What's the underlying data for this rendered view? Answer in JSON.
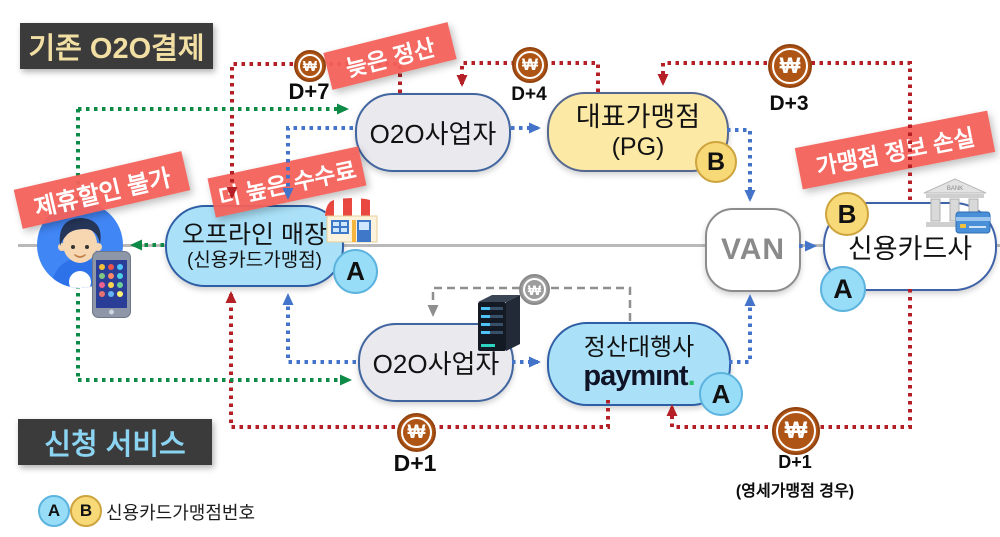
{
  "title_badge": "기존 O2O결제",
  "service_badge": "신청 서비스",
  "warnings": {
    "late_settlement": "늦은 정산",
    "no_discount": "제휴할인 불가",
    "higher_fee": "더 높은 수수료",
    "merchant_info_loss": "가맹점 정보 손실"
  },
  "nodes": {
    "o2o_top": "O2O사업자",
    "pg": {
      "line1": "대표가맹점",
      "line2": "(PG)"
    },
    "store": {
      "line1": "오프라인 매장",
      "line2": "(신용카드가맹점)"
    },
    "van": "VAN",
    "card_company": "신용카드사",
    "o2o_bottom": "O2O사업자",
    "paymint": {
      "line1": "정산대행사",
      "logo": "paymınt",
      "logo_dot": "."
    }
  },
  "markers": {
    "a": "A",
    "b": "B"
  },
  "coins": {
    "symbol": "₩",
    "d7": "D+7",
    "d4": "D+4",
    "d3": "D+3",
    "d1": "D+1",
    "d1_small": "D+1",
    "d1_small_note": "(영세가맹점 경우)"
  },
  "legend": {
    "a": "A",
    "b": "B",
    "label": "신용카드가맹점번호"
  },
  "colors": {
    "red_line": "#b42025",
    "green_line": "#0d8a45",
    "blue_line": "#4374c9",
    "gray_line": "#8f8f8f",
    "badge_red": "#f3615a",
    "coin": "#ae5415",
    "node_blue_fill": "#aae1f8",
    "node_yellow_fill": "#fce9a6",
    "node_gray_fill": "#e9e9ee"
  }
}
